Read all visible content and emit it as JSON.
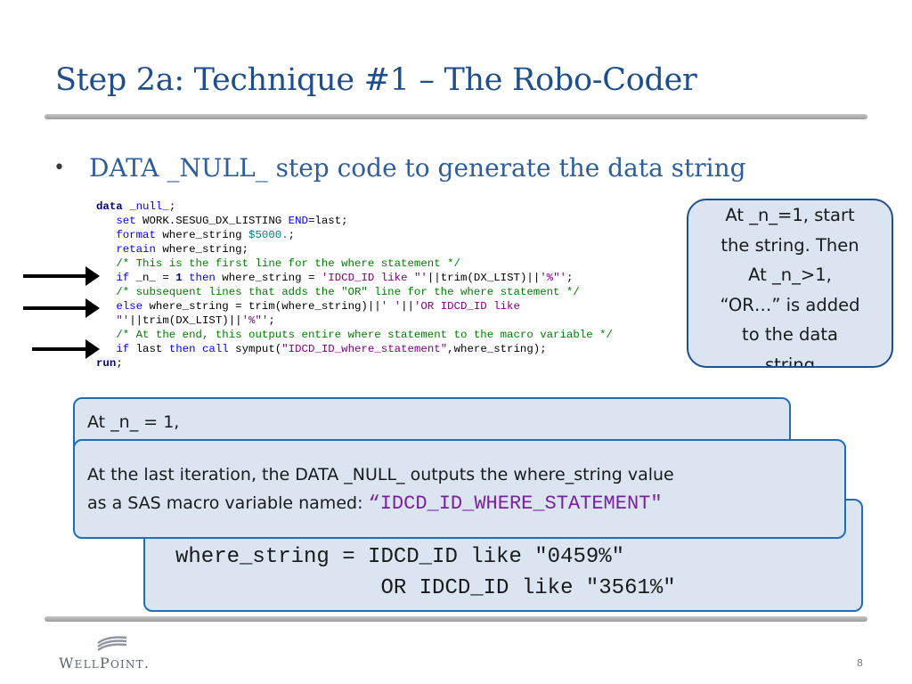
{
  "slide": {
    "title": "Step 2a:  Technique #1 – The Robo-Coder",
    "bullet": "DATA _NULL_ step code to generate the data string",
    "page_number": "8"
  },
  "code_lines": [
    [
      {
        "t": "data",
        "c": "kw-b"
      },
      {
        "t": " ",
        "c": "pl"
      },
      {
        "t": "_null_",
        "c": "kw"
      },
      {
        "t": ";",
        "c": "pl"
      }
    ],
    [
      {
        "t": "   ",
        "c": "pl"
      },
      {
        "t": "set",
        "c": "kw"
      },
      {
        "t": " WORK.SESUG_DX_LISTING ",
        "c": "pl"
      },
      {
        "t": "END",
        "c": "kw"
      },
      {
        "t": "=last;",
        "c": "pl"
      }
    ],
    [
      {
        "t": "   ",
        "c": "pl"
      },
      {
        "t": "format",
        "c": "kw"
      },
      {
        "t": " where_string ",
        "c": "pl"
      },
      {
        "t": "$5000.",
        "c": "fmt"
      },
      {
        "t": ";",
        "c": "pl"
      }
    ],
    [
      {
        "t": "   ",
        "c": "pl"
      },
      {
        "t": "retain",
        "c": "kw"
      },
      {
        "t": " where_string;",
        "c": "pl"
      }
    ],
    [
      {
        "t": "   ",
        "c": "pl"
      },
      {
        "t": "/* This is the first line for the where statement */",
        "c": "cm"
      }
    ],
    [
      {
        "t": "   ",
        "c": "pl"
      },
      {
        "t": "if",
        "c": "kw"
      },
      {
        "t": " _n_ = ",
        "c": "pl"
      },
      {
        "t": "1",
        "c": "num"
      },
      {
        "t": " ",
        "c": "pl"
      },
      {
        "t": "then",
        "c": "kw"
      },
      {
        "t": " where_string = ",
        "c": "pl"
      },
      {
        "t": "'IDCD_ID like \"'",
        "c": "str"
      },
      {
        "t": "||trim(DX_LIST)||",
        "c": "pl"
      },
      {
        "t": "'%\"'",
        "c": "str"
      },
      {
        "t": ";",
        "c": "pl"
      }
    ],
    [
      {
        "t": "   ",
        "c": "pl"
      },
      {
        "t": "/* subsequent lines that adds the \"OR\" line for the where statement */",
        "c": "cm"
      }
    ],
    [
      {
        "t": "   ",
        "c": "pl"
      },
      {
        "t": "else",
        "c": "kw"
      },
      {
        "t": " where_string = trim(where_string)||",
        "c": "pl"
      },
      {
        "t": "' '",
        "c": "str"
      },
      {
        "t": "||",
        "c": "pl"
      },
      {
        "t": "'OR IDCD_ID like",
        "c": "str"
      }
    ],
    [
      {
        "t": "   ",
        "c": "pl"
      },
      {
        "t": "\"'",
        "c": "str"
      },
      {
        "t": "||trim(DX_LIST)||",
        "c": "pl"
      },
      {
        "t": "'%\"'",
        "c": "str"
      },
      {
        "t": ";",
        "c": "pl"
      }
    ],
    [
      {
        "t": "   ",
        "c": "pl"
      },
      {
        "t": "/* At the end, this outputs entire where statement to the macro variable */",
        "c": "cm"
      }
    ],
    [
      {
        "t": "   ",
        "c": "pl"
      },
      {
        "t": "if",
        "c": "kw"
      },
      {
        "t": " last ",
        "c": "pl"
      },
      {
        "t": "then",
        "c": "kw"
      },
      {
        "t": " ",
        "c": "pl"
      },
      {
        "t": "call",
        "c": "kw"
      },
      {
        "t": " symput(",
        "c": "pl"
      },
      {
        "t": "\"IDCD_ID_where_statement\"",
        "c": "str"
      },
      {
        "t": ",where_string);",
        "c": "pl"
      }
    ],
    [
      {
        "t": "run",
        "c": "kw-b"
      },
      {
        "t": ";",
        "c": "pl"
      }
    ]
  ],
  "callout": {
    "lines": [
      "At _n_=1, start",
      "the string.  Then",
      "At _n_>1,",
      "“OR…” is added",
      "to the data",
      "string"
    ]
  },
  "box1": {
    "text": "At _n_ = 1,"
  },
  "box2": {
    "line1": "At the last iteration, the DATA _NULL_ outputs the where_string value",
    "line2_prefix": "as a SAS macro variable named:  ",
    "macro_name": "“IDCD_ID_WHERE_STATEMENT\""
  },
  "box3": {
    "line1": "where_string = IDCD_ID like \"0459%\"",
    "line2": "                OR IDCD_ID like \"3561%\""
  },
  "logo": {
    "name": "WellPoint",
    "icon": "wellpoint-wave-icon"
  },
  "colors": {
    "title": "#1f4e8c",
    "box_fill": "#dbe5f1",
    "box_border": "#1f6fb8"
  }
}
